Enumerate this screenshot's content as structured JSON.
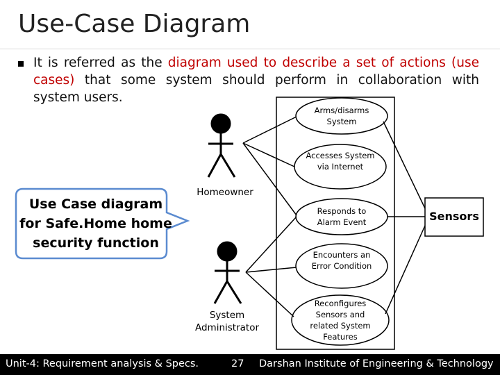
{
  "slide": {
    "title": "Use-Case Diagram",
    "bullet": {
      "before": "It is referred as the ",
      "highlight": "diagram used to describe a set of actions (use cases)",
      "after": " that some system should perform in collaboration with system users."
    }
  },
  "callout": {
    "text": "Use Case diagram for Safe.Home home security function"
  },
  "actors": {
    "homeowner": "Homeowner",
    "admin": "System Administrator",
    "sensors": "Sensors"
  },
  "use_cases": [
    {
      "id": "arms",
      "label": "Arms/disarms System"
    },
    {
      "id": "accesses",
      "label": "Accesses System via Internet"
    },
    {
      "id": "responds",
      "label": "Responds to Alarm Event"
    },
    {
      "id": "encounters",
      "label": "Encounters an Error Condition"
    },
    {
      "id": "reconfigures",
      "label": "Reconfigures Sensors and related System Features"
    }
  ],
  "footer": {
    "unit": "Unit-4: Requirement analysis & Specs.",
    "page": "27",
    "institute": "Darshan Institute of Engineering & Technology"
  },
  "colors": {
    "highlight": "#c00000",
    "callout_border": "#5b8bd0",
    "footer_bg": "#000000"
  }
}
